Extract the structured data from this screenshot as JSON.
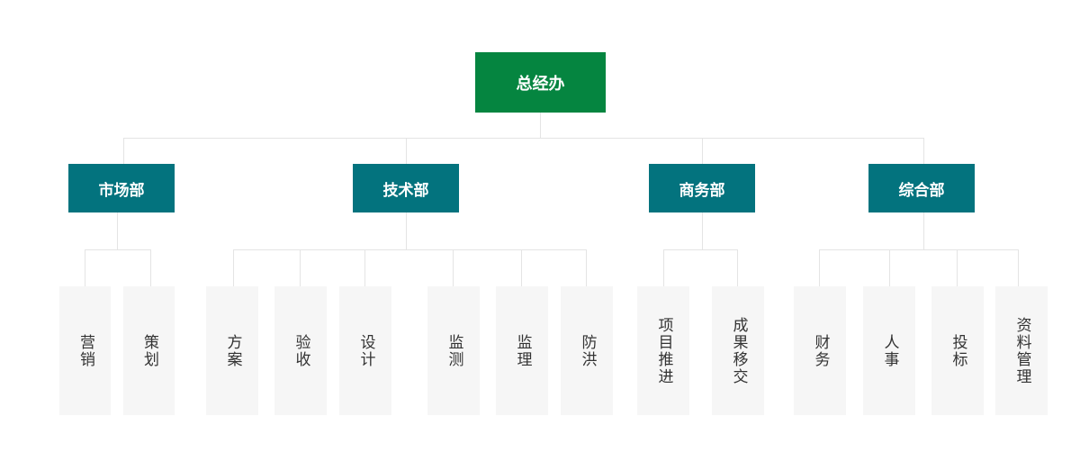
{
  "org": {
    "root": {
      "label": "总经办"
    },
    "departments": [
      {
        "label": "市场部",
        "children": [
          "营销",
          "策划"
        ]
      },
      {
        "label": "技术部",
        "children": [
          "方案",
          "验收",
          "设计",
          "监测",
          "监理",
          "防洪"
        ]
      },
      {
        "label": "商务部",
        "children": [
          "项目推进",
          "成果移交"
        ]
      },
      {
        "label": "综合部",
        "children": [
          "财务",
          "人事",
          "投标",
          "资料管理"
        ]
      }
    ]
  },
  "colors": {
    "root": "#058540",
    "department": "#03737e",
    "sub_background": "#f6f6f6",
    "connector": "#e4e4e4",
    "sub_text": "#333333"
  }
}
